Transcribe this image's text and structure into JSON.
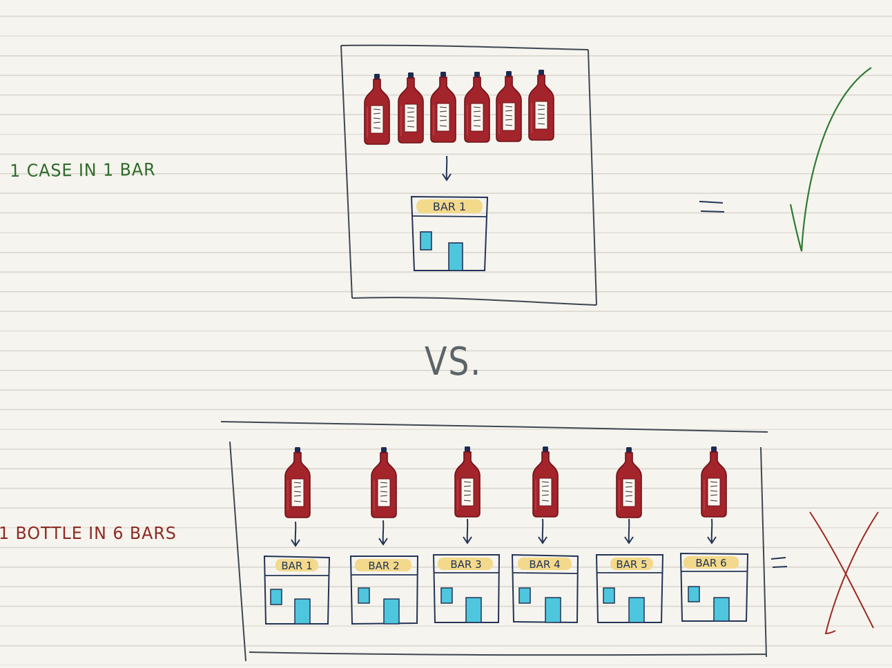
{
  "labels": {
    "top": "1 CASE IN 1 BAR",
    "bottom": "1 BOTTLE IN 6 BARS",
    "versus": "VS."
  },
  "top_scenario": {
    "bottles": 6,
    "bars": [
      "BAR 1"
    ],
    "verdict": "check-mark",
    "equals": "="
  },
  "bottom_scenario": {
    "bottles": 6,
    "bars": [
      "BAR 1",
      "BAR 2",
      "BAR 3",
      "BAR 4",
      "BAR 5",
      "BAR 6"
    ],
    "verdict": "x-mark",
    "equals": "="
  },
  "colors": {
    "ink": "#223355",
    "box": "#3d4650",
    "bottle": "#a3242b",
    "bottle_dark": "#6e1118",
    "label_highlight": "#f3d98b",
    "window": "#4ec6de",
    "check": "#2f7a33",
    "cross": "#9a2a22"
  }
}
